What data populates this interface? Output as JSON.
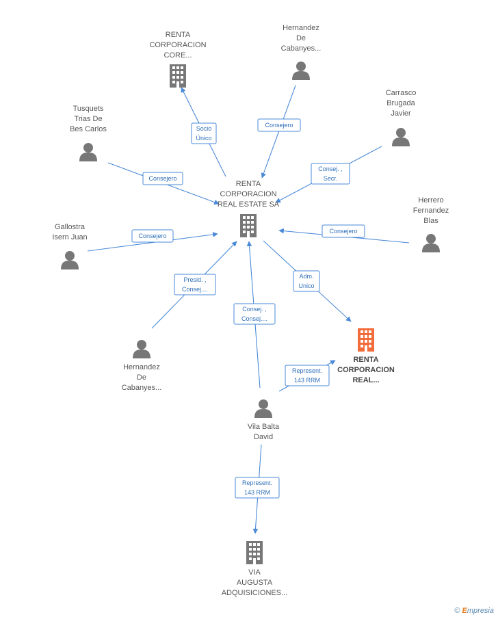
{
  "nodes": [
    {
      "id": "rc-core",
      "type": "company",
      "lines": [
        "RENTA",
        "CORPORACION",
        "CORE..."
      ]
    },
    {
      "id": "hc-top",
      "type": "person",
      "lines": [
        "Hernandez",
        "De",
        "Cabanyes..."
      ]
    },
    {
      "id": "tusquets",
      "type": "person",
      "lines": [
        "Tusquets",
        "Trias De",
        "Bes Carlos"
      ]
    },
    {
      "id": "carrasco",
      "type": "person",
      "lines": [
        "Carrasco",
        "Brugada",
        "Javier"
      ]
    },
    {
      "id": "center",
      "type": "company",
      "lines": [
        "RENTA",
        "CORPORACION",
        "REAL ESTATE SA"
      ]
    },
    {
      "id": "herrero",
      "type": "person",
      "lines": [
        "Herrero",
        "Fernandez",
        "Blas"
      ]
    },
    {
      "id": "gallostra",
      "type": "person",
      "lines": [
        "Gallostra",
        "Isern Juan"
      ]
    },
    {
      "id": "rc-real",
      "type": "company-highlight",
      "lines": [
        "RENTA",
        "CORPORACION",
        "REAL..."
      ]
    },
    {
      "id": "hc-bottom",
      "type": "person",
      "lines": [
        "Hernandez",
        "De",
        "Cabanyes..."
      ]
    },
    {
      "id": "vila",
      "type": "person",
      "lines": [
        "Vila Balta",
        "David"
      ]
    },
    {
      "id": "via",
      "type": "company",
      "lines": [
        "VIA",
        "AUGUSTA",
        "ADQUISICIONES..."
      ]
    }
  ],
  "edges": [
    {
      "from": "center",
      "to": "rc-core",
      "label": [
        "Socio",
        "Único"
      ]
    },
    {
      "from": "hc-top",
      "to": "center",
      "label": [
        "Consejero"
      ]
    },
    {
      "from": "tusquets",
      "to": "center",
      "label": [
        "Consejero"
      ]
    },
    {
      "from": "carrasco",
      "to": "center",
      "label": [
        "Consej. ,",
        "Secr."
      ]
    },
    {
      "from": "herrero",
      "to": "center",
      "label": [
        "Consejero"
      ]
    },
    {
      "from": "gallostra",
      "to": "center",
      "label": [
        "Consejero"
      ]
    },
    {
      "from": "center",
      "to": "rc-real",
      "label": [
        "Adm.",
        "Unico"
      ]
    },
    {
      "from": "hc-bottom",
      "to": "center",
      "label": [
        "Presid. ,",
        "Consej...."
      ]
    },
    {
      "from": "vila",
      "to": "center",
      "label": [
        "Consej. ,",
        "Consej...."
      ]
    },
    {
      "from": "vila",
      "to": "rc-real",
      "label": [
        "Represent.",
        "143 RRM"
      ]
    },
    {
      "from": "vila",
      "to": "via",
      "label": [
        "Represent.",
        "143 RRM"
      ]
    }
  ],
  "colors": {
    "edge": "#4a8ad8",
    "icon": "#777777",
    "highlight": "#f26b3a"
  },
  "copyright": {
    "symbol": "©",
    "brand_first": "E",
    "brand_rest": "mpresia"
  }
}
